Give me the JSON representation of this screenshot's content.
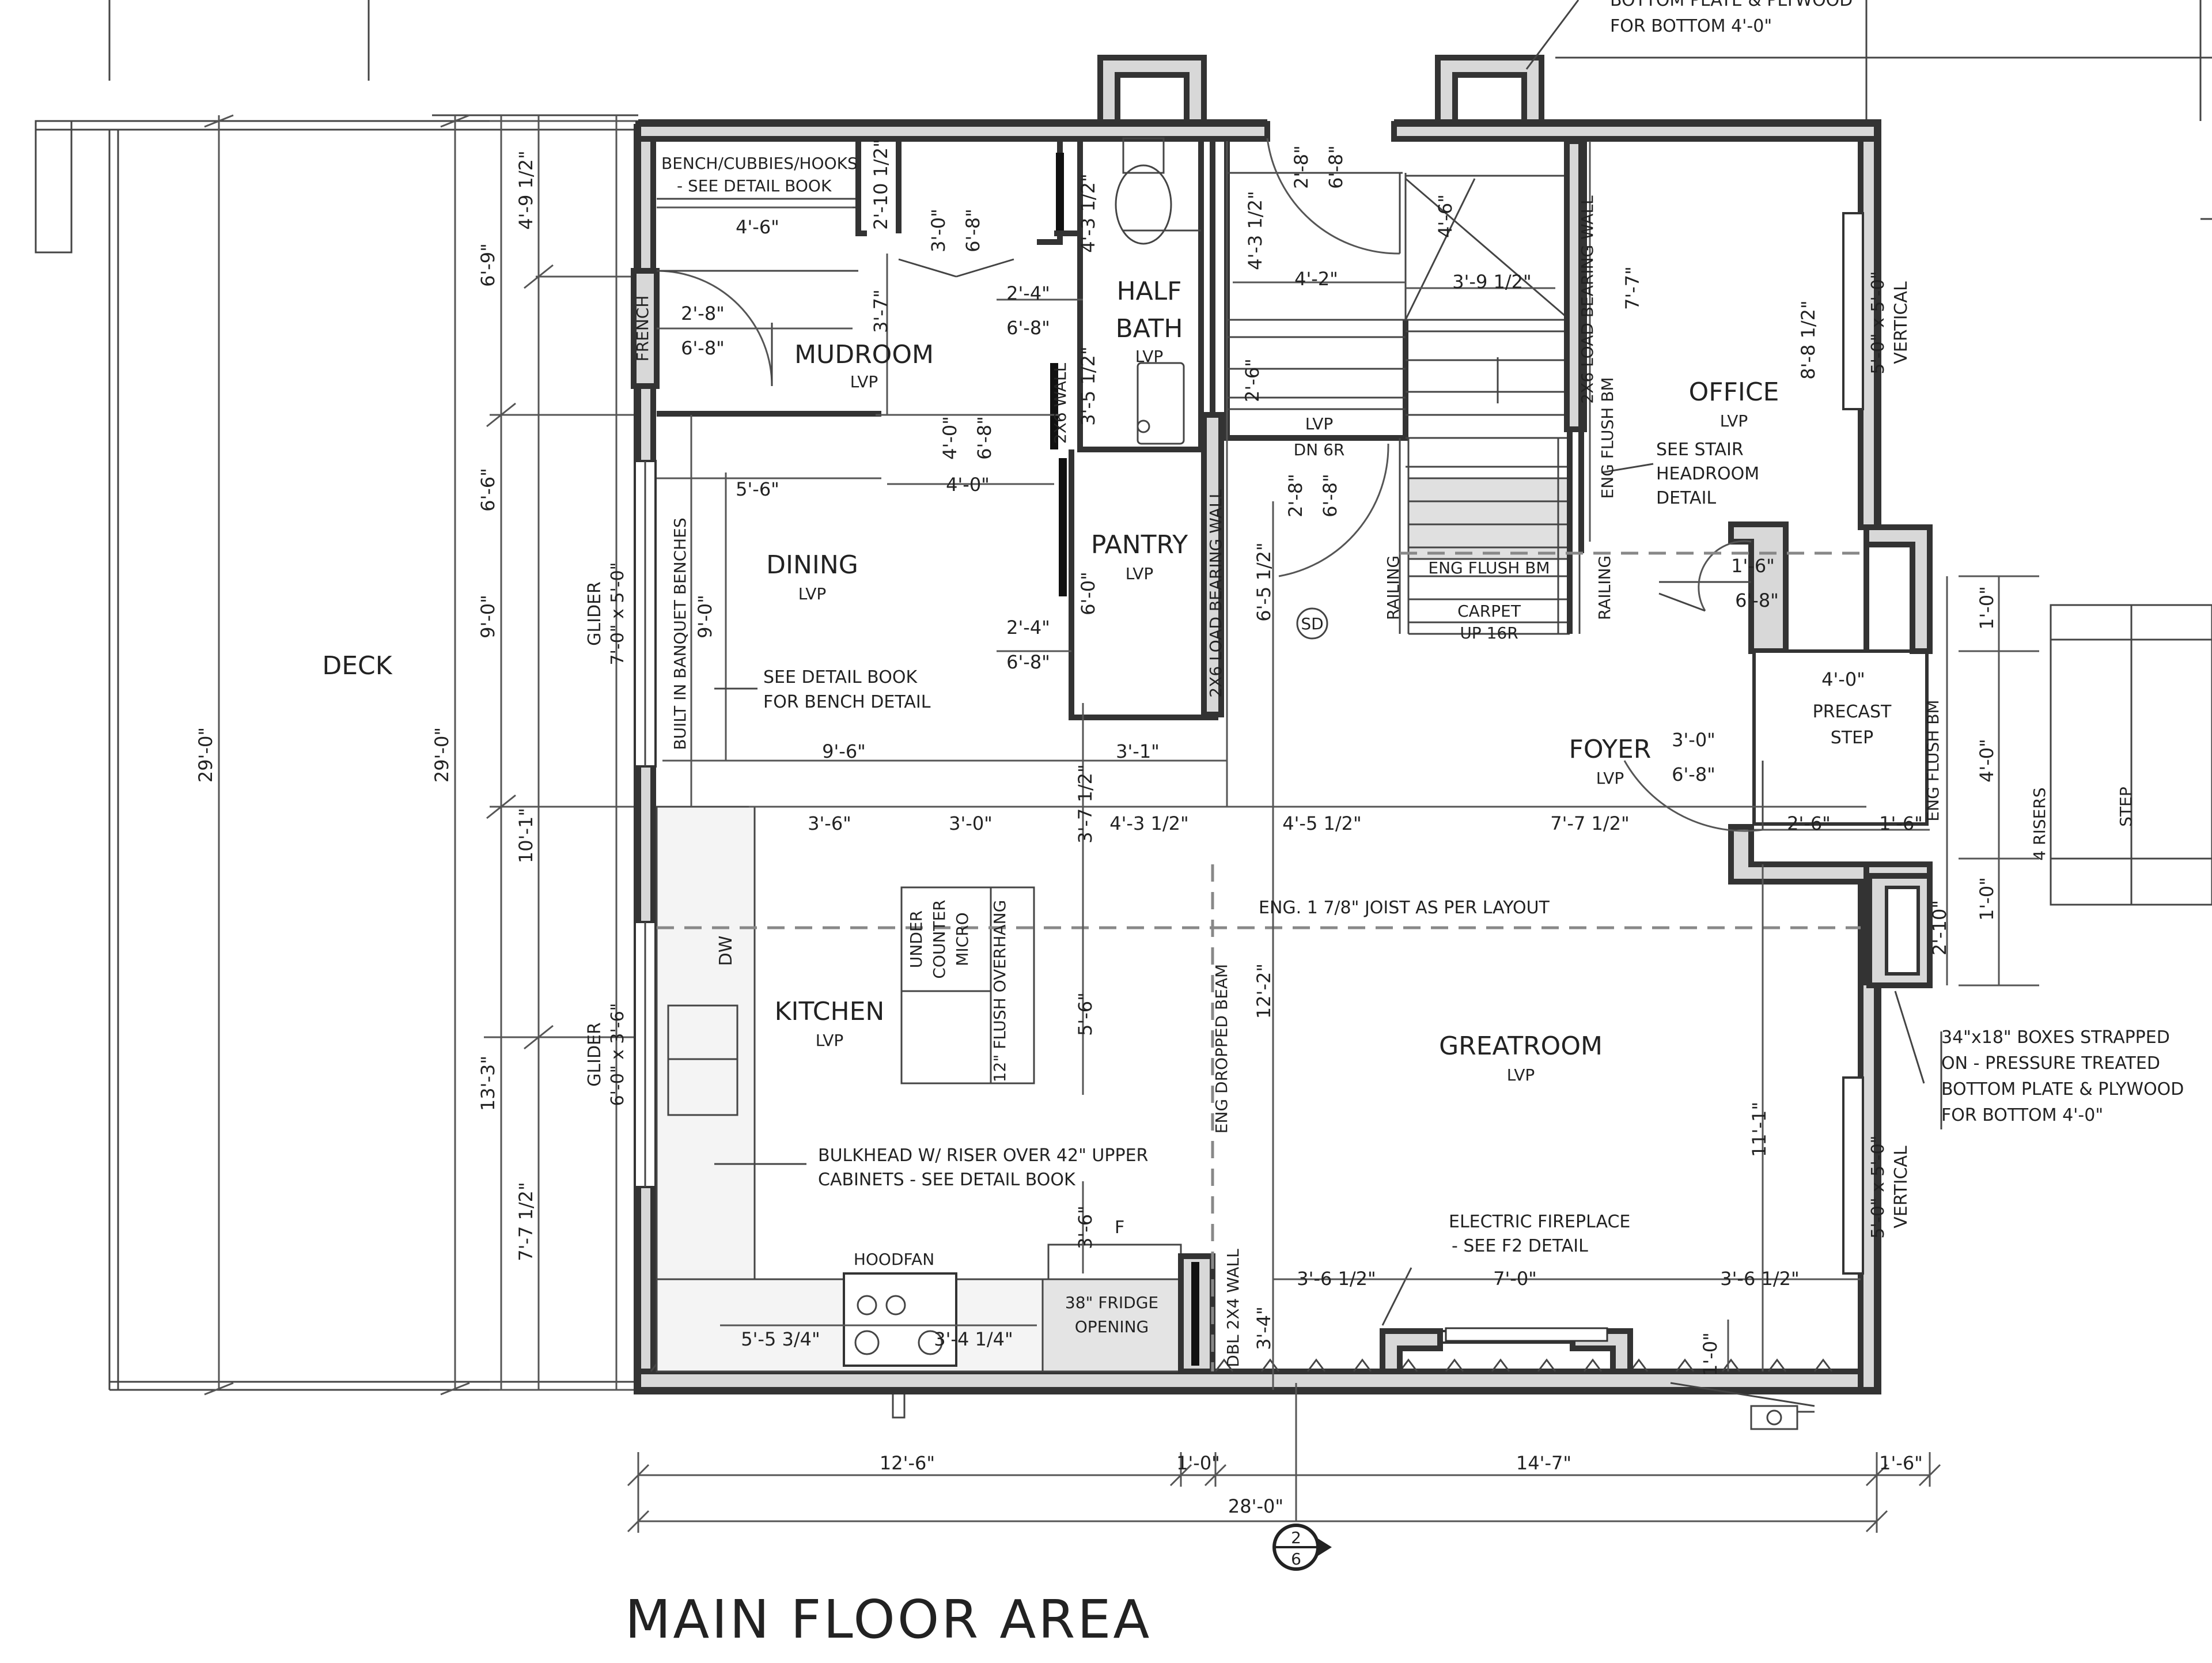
{
  "title": "MAIN FLOOR AREA",
  "colors": {
    "line": "#333333",
    "wall_fill": "#d8d8d8",
    "background": "#ffffff"
  },
  "rooms": {
    "deck": "DECK",
    "mudroom": "MUDROOM",
    "half_bath": [
      "HALF",
      "BATH"
    ],
    "dining": "DINING",
    "pantry": "PANTRY",
    "office": "OFFICE",
    "foyer": "FOYER",
    "kitchen": "KITCHEN",
    "greatroom": "GREATROOM",
    "step": "STEP"
  },
  "floor_code": "LVP",
  "notes": {
    "bench": [
      "BENCH/CUBBIES/HOOKS",
      "- SEE DETAIL BOOK"
    ],
    "bottom_plate_top": [
      "BOTTOM PLATE & PLYWOOD",
      "FOR BOTTOM 4'-0\""
    ],
    "stair_headroom": [
      "SEE STAIR",
      "HEADROOM",
      "DETAIL"
    ],
    "bench_detail": [
      "SEE DETAIL BOOK",
      "FOR BENCH DETAIL"
    ],
    "banquet": "BUILT IN BANQUET BENCHES",
    "bulkhead": [
      "BULKHEAD W/ RISER OVER 42\" UPPER",
      "CABINETS - SEE DETAIL BOOK"
    ],
    "fireplace": [
      "ELECTRIC FIREPLACE",
      "- SEE F2 DETAIL"
    ],
    "boxes": [
      "34\"x18\" BOXES STRAPPED",
      "ON - PRESSURE TREATED",
      "BOTTOM PLATE & PLYWOOD",
      "FOR BOTTOM 4'-0\""
    ],
    "joist": "ENG. 1 7/8\" JOIST AS PER LAYOUT",
    "precast": [
      "PRECAST",
      "STEP"
    ],
    "fridge": [
      "38\" FRIDGE",
      "OPENING"
    ],
    "hoodfan": "HOODFAN",
    "micro": [
      "UNDER",
      "COUNTER",
      "MICRO"
    ],
    "overhang": "12\" FLUSH OVERHANG",
    "dw": "DW",
    "sd": "SD",
    "f": "F",
    "french": "FRENCH",
    "railing": "RAILING",
    "eng_flush_bm": "ENG FLUSH BM",
    "carpet": [
      "CARPET",
      "UP 16R"
    ],
    "dn": "DN 6R",
    "load_wall": "2X6 LOAD BEARING WALL",
    "wall_2x6": "2X6 WALL",
    "dbl_wall": "DBL 2X4 WALL",
    "dropped_beam": "ENG DROPPED BEAM",
    "flush_bm_v": "ENG FLUSH BM",
    "risers": "4 RISERS"
  },
  "windows": {
    "right_top": [
      "5'-0\" x 5'-0\"",
      "VERTICAL"
    ],
    "right_bottom": [
      "5'-0\" x 5'-0\"",
      "VERTICAL"
    ],
    "glider_top": [
      "GLIDER",
      "7'-0\" x 5'-0\""
    ],
    "glider_bottom": [
      "GLIDER",
      "6'-0\" x 3'-6\""
    ]
  },
  "dims": {
    "d_29a": "29'-0\"",
    "d_29b": "29'-0\"",
    "d_6_9": "6'-9\"",
    "d_6_6": "6'-6\"",
    "d_9_0": "9'-0\"",
    "d_13_3": "13'-3\"",
    "d_4_9h": "4'-9 1/2\"",
    "d_10_1": "10'-1\"",
    "d_7_7h": "7'-7 1/2\"",
    "d_4_6": "4'-6\"",
    "d_2_10": "2'-10 1/2\"",
    "d_3_0a": "3'-0\"",
    "d_6_8a": "6'-8\"",
    "d_3_7": "3'-7\"",
    "d_4_3a": "4'-3 1/2\"",
    "d_2_4a": "2'-4\"",
    "d_6_8b": "6'-8\"",
    "d_2_8a": "2'-8\"",
    "d_6_8c": "6'-8\"",
    "d_4_0a": "4'-0\"",
    "d_6_8d": "6'-8\"",
    "d_4_0b": "4'-0\"",
    "d_5_6a": "5'-6\"",
    "d_3_5": "3'-5 1/2\"",
    "d_6_0": "6'-0\"",
    "d_2_4b": "2'-4\"",
    "d_6_8e": "6'-8\"",
    "d_9_0b": "9'-0\"",
    "d_9_6": "9'-6\"",
    "d_3_1": "3'-1\"",
    "d_3_7h": "3'-7 1/2\"",
    "d_2_8b": "2'-8\"",
    "d_6_8f": "6'-8\"",
    "d_4_3b": "4'-3 1/2\"",
    "d_4_2": "4'-2\"",
    "d_4_6b": "4'-6\"",
    "d_3_9": "3'-9 1/2\"",
    "d_7_7": "7'-7\"",
    "d_8_8": "8'-8 1/2\"",
    "d_2_6": "2'-6\"",
    "d_2_8c": "2'-8\"",
    "d_6_8g": "6'-8\"",
    "d_6_5": "6'-5 1/2\"",
    "d_1_6a": "1'-6\"",
    "d_6_8h": "6'-8\"",
    "d_4_0c": "4'-0\"",
    "d_3_0b": "3'-0\"",
    "d_6_8i": "6'-8\"",
    "d_2_6b": "2'-6\"",
    "d_1_6b": "1'-6\"",
    "d_1_0a": "1'-0\"",
    "d_4_0d": "4'-0\"",
    "d_1_0b": "1'-0\"",
    "d_2_10b": "2'-10\"",
    "d_3_6a": "3'-6\"",
    "d_3_0c": "3'-0\"",
    "d_4_3c": "4'-3 1/2\"",
    "d_4_5": "4'-5 1/2\"",
    "d_7_7b": "7'-7 1/2\"",
    "d_5_6b": "5'-6\"",
    "d_12_2": "12'-2\"",
    "d_11_1": "11'-1\"",
    "d_3_6b": "3'-6\"",
    "d_3_6h1": "3'-6 1/2\"",
    "d_7_0": "7'-0\"",
    "d_3_6h2": "3'-6 1/2\"",
    "d_3_4": "3'-4\"",
    "d_1_0c": "1'-0\"",
    "d_5_5": "5'-5 3/4\"",
    "d_3_4q": "3'-4 1/4\"",
    "d_12_6": "12'-6\"",
    "d_1_0d": "1'-0\"",
    "d_14_7": "14'-7\"",
    "d_1_6c": "1'-6\"",
    "d_28_0": "28'-0\""
  },
  "section_marker": [
    "2",
    "6"
  ]
}
